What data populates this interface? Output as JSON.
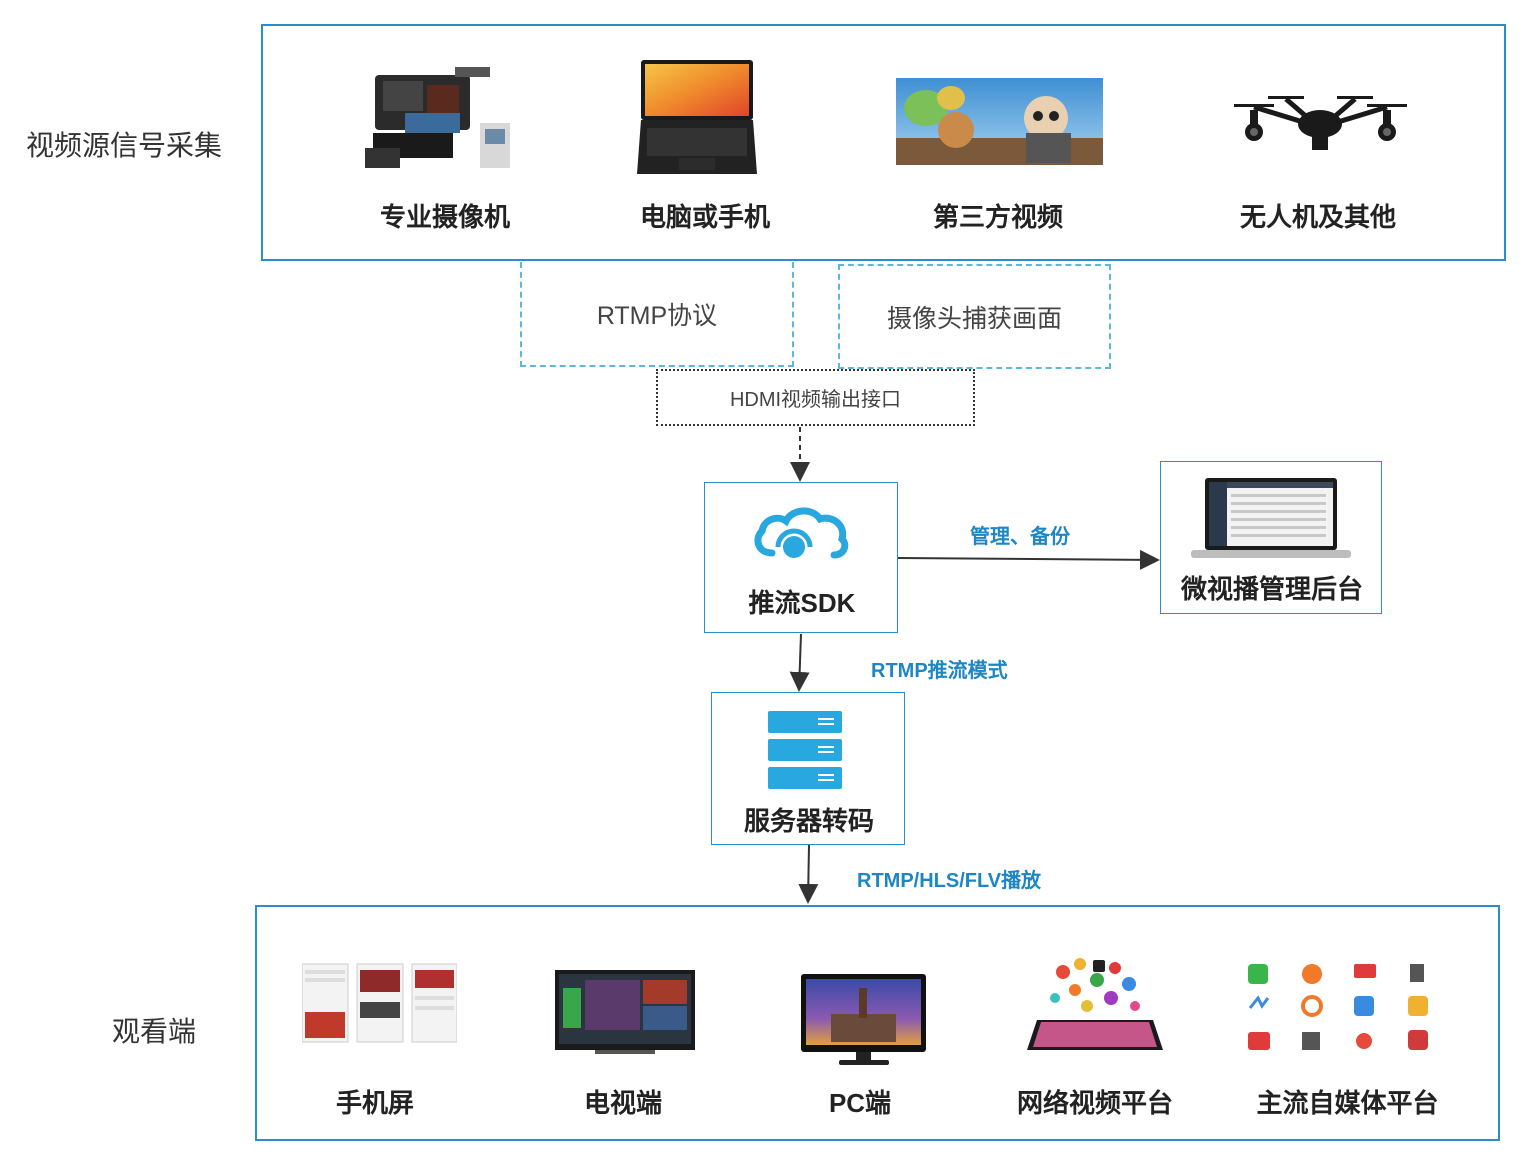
{
  "sources": {
    "label": "视频源信号采集",
    "items": [
      {
        "label": "专业摄像机",
        "icon": "camcorder-icon"
      },
      {
        "label": "电脑或手机",
        "icon": "laptop-icon"
      },
      {
        "label": "第三方视频",
        "icon": "video-still-icon"
      },
      {
        "label": "无人机及其他",
        "icon": "drone-icon"
      }
    ]
  },
  "protocols": {
    "rtmp": "RTMP协议",
    "camera_capture": "摄像头捕获画面",
    "hdmi": "HDMI视频输出接口"
  },
  "sdk": {
    "label": "推流SDK",
    "icon": "cloud-stream-icon"
  },
  "admin": {
    "label": "微视播管理后台",
    "icon": "laptop-dashboard-icon",
    "edge_label": "管理、备份"
  },
  "server": {
    "label": "服务器转码",
    "icon": "server-rack-icon",
    "edge_label": "RTMP推流模式"
  },
  "viewers": {
    "label": "观看端",
    "edge_label": "RTMP/HLS/FLV播放",
    "items": [
      {
        "label": "手机屏",
        "icon": "phone-screens-icon"
      },
      {
        "label": "电视端",
        "icon": "tv-icon"
      },
      {
        "label": "PC端",
        "icon": "monitor-icon"
      },
      {
        "label": "网络视频平台",
        "icon": "tablet-apps-icon"
      },
      {
        "label": "主流自媒体平台",
        "icon": "app-grid-icon"
      }
    ]
  },
  "colors": {
    "accent": "#2a8fc7",
    "edge_text": "#1d86c4",
    "dash": "#5fb8dc"
  }
}
